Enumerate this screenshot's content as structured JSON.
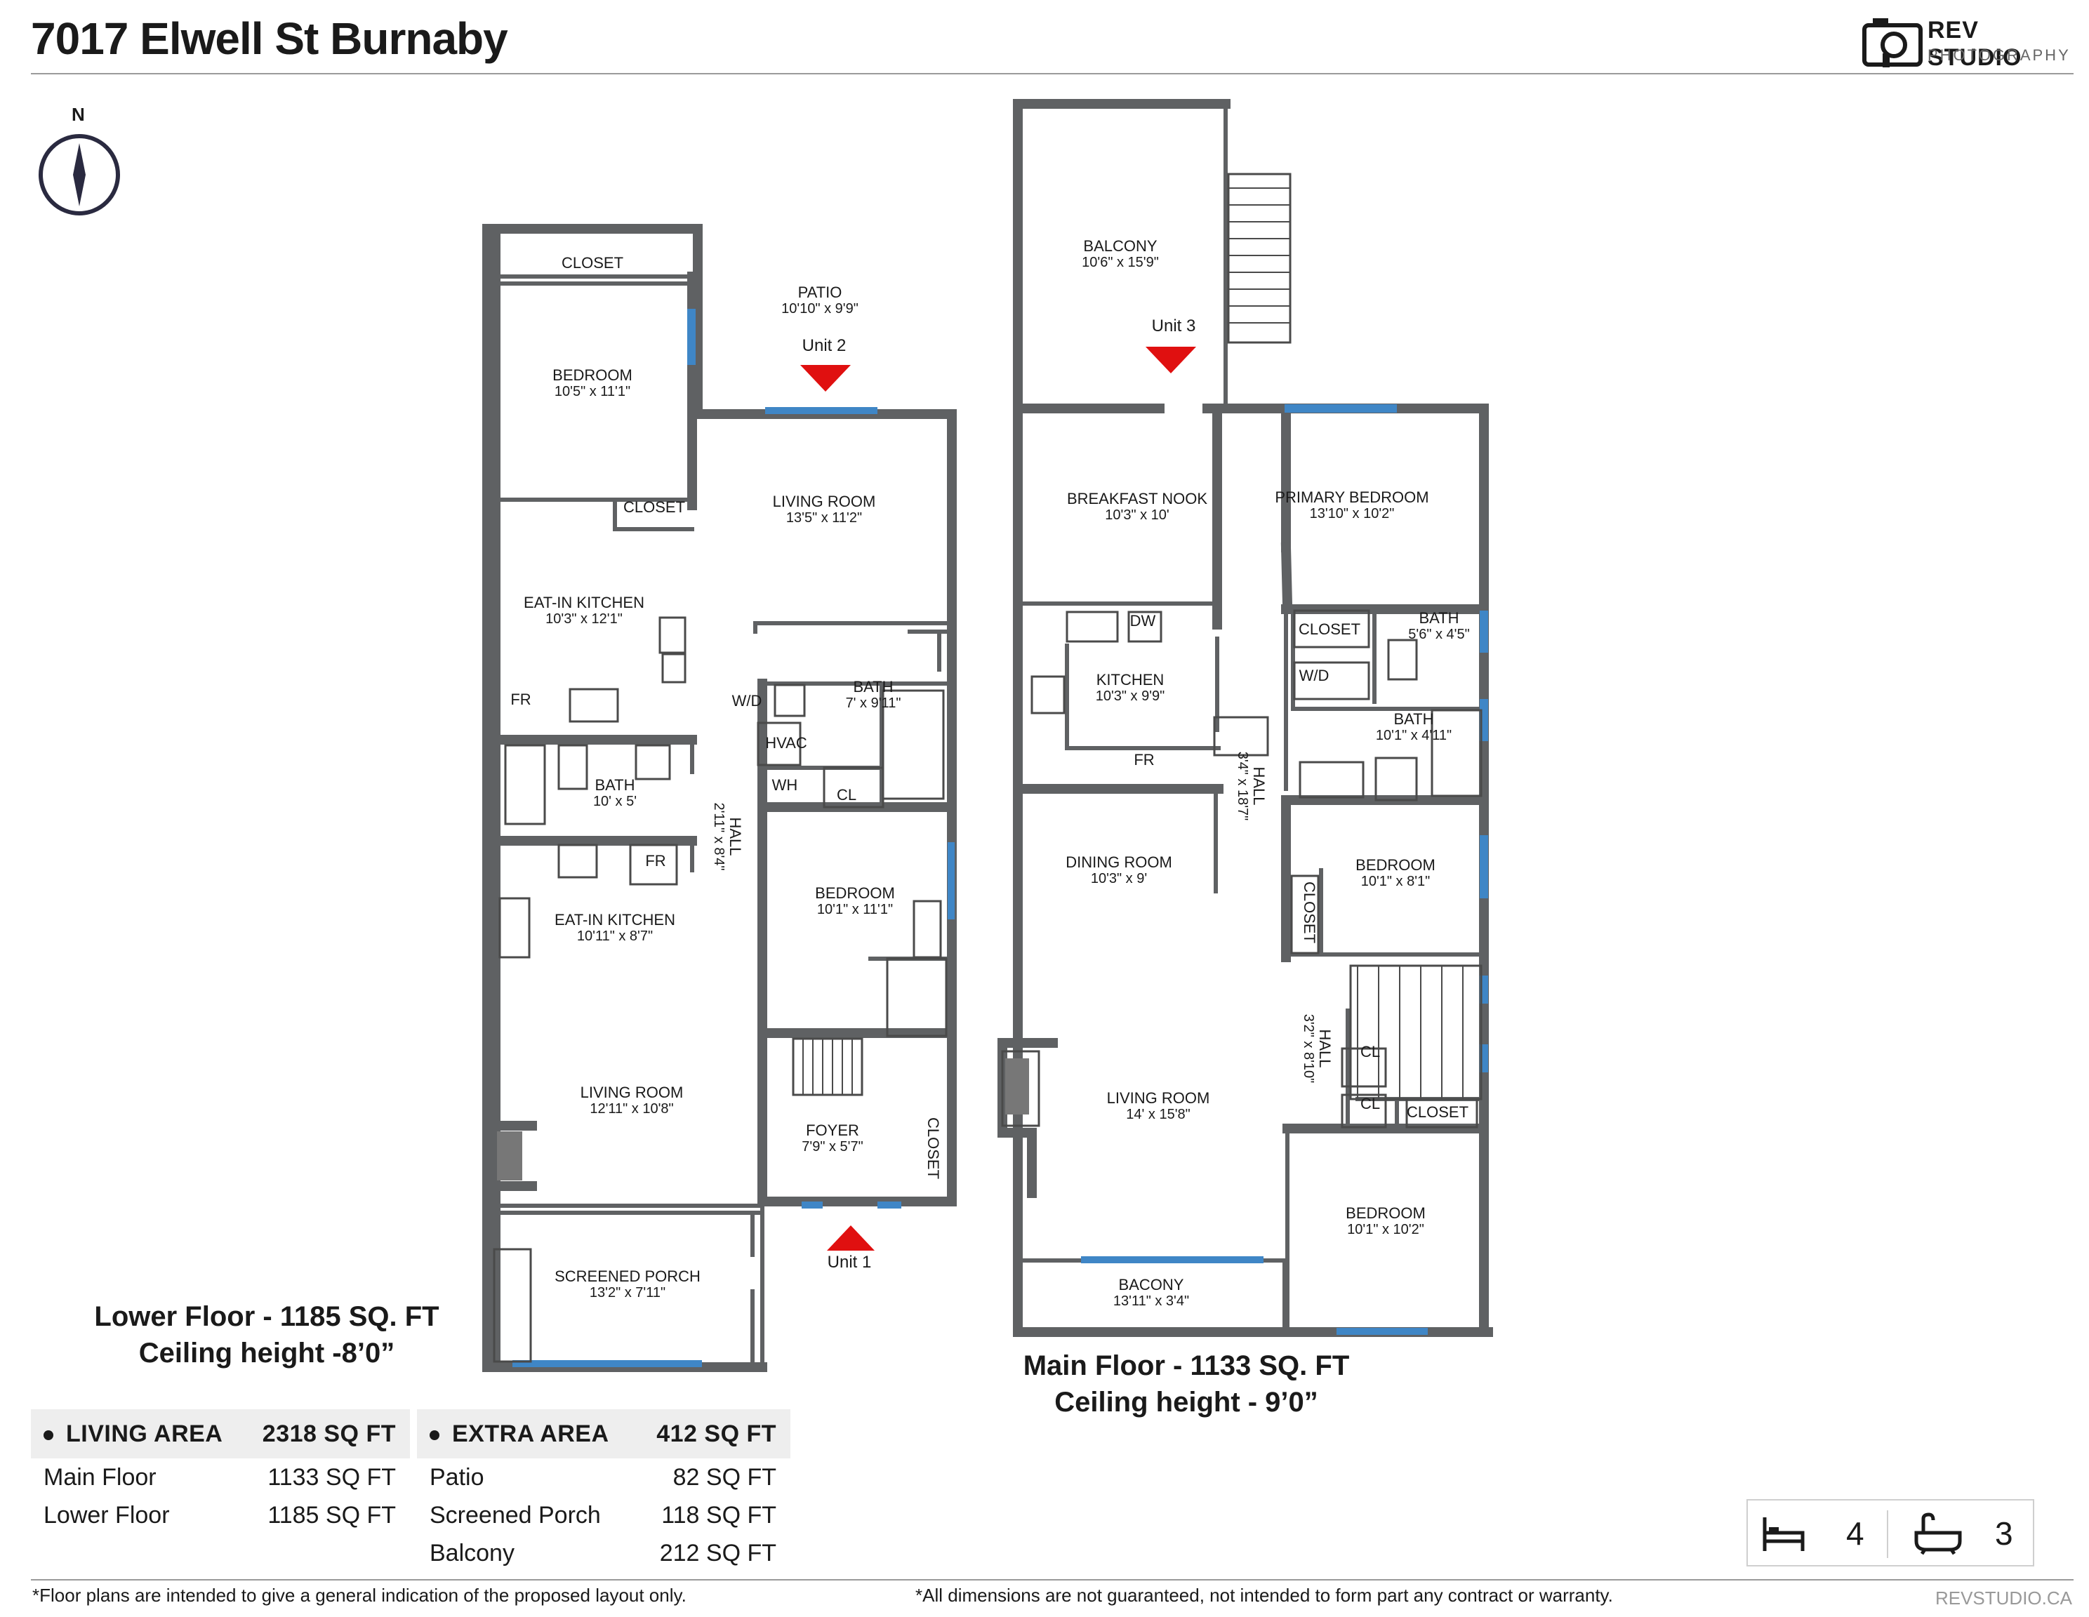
{
  "title": "7017 Elwell St Burnaby",
  "logo": {
    "name": "REV STUDIO",
    "sub": "PHOTOGRAPHY"
  },
  "compass": {
    "label": "N"
  },
  "lower_floor": {
    "caption_line1": "Lower Floor - 1185 SQ. FT",
    "caption_line2": "Ceiling height -8’0”",
    "rooms": [
      {
        "id": "closet-top",
        "name": "CLOSET",
        "dims": ""
      },
      {
        "id": "patio",
        "name": "PATIO",
        "dims": "10'10\" x 9'9\""
      },
      {
        "id": "unit2",
        "name": "Unit 2",
        "dims": ""
      },
      {
        "id": "bedroom-1",
        "name": "BEDROOM",
        "dims": "10'5\" x 11'1\""
      },
      {
        "id": "closet-2",
        "name": "CLOSET",
        "dims": ""
      },
      {
        "id": "living-1",
        "name": "LIVING ROOM",
        "dims": "13'5\" x 11'2\""
      },
      {
        "id": "kitchen-1",
        "name": "EAT-IN KITCHEN",
        "dims": "10'3\" x 12'1\""
      },
      {
        "id": "fr-1",
        "name": "FR",
        "dims": ""
      },
      {
        "id": "wd-1",
        "name": "W/D",
        "dims": ""
      },
      {
        "id": "bath-1",
        "name": "BATH",
        "dims": "7' x 9'11\""
      },
      {
        "id": "hvac",
        "name": "HVAC",
        "dims": ""
      },
      {
        "id": "wh",
        "name": "WH",
        "dims": ""
      },
      {
        "id": "cl-1",
        "name": "CL",
        "dims": ""
      },
      {
        "id": "bath-2",
        "name": "BATH",
        "dims": "10' x 5'"
      },
      {
        "id": "hall-1",
        "name": "HALL",
        "dims": "2'11\" x 8'4\""
      },
      {
        "id": "fr-2",
        "name": "FR",
        "dims": ""
      },
      {
        "id": "kitchen-2",
        "name": "EAT-IN KITCHEN",
        "dims": "10'11\" x 8'7\""
      },
      {
        "id": "bedroom-2",
        "name": "BEDROOM",
        "dims": "10'1\" x 11'1\""
      },
      {
        "id": "living-2",
        "name": "LIVING ROOM",
        "dims": "12'11\" x 10'8\""
      },
      {
        "id": "foyer",
        "name": "FOYER",
        "dims": "7'9\" x 5'7\""
      },
      {
        "id": "closet-3",
        "name": "CLOSET",
        "dims": ""
      },
      {
        "id": "porch",
        "name": "SCREENED PORCH",
        "dims": "13'2\" x 7'11\""
      },
      {
        "id": "unit1",
        "name": "Unit 1",
        "dims": ""
      }
    ]
  },
  "main_floor": {
    "caption_line1": "Main Floor - 1133 SQ. FT",
    "caption_line2": "Ceiling height - 9’0”",
    "rooms": [
      {
        "id": "balcony",
        "name": "BALCONY",
        "dims": "10'6\" x 15'9\""
      },
      {
        "id": "unit3",
        "name": "Unit 3",
        "dims": ""
      },
      {
        "id": "nook",
        "name": "BREAKFAST NOOK",
        "dims": "10'3\" x 10'"
      },
      {
        "id": "primary",
        "name": "PRIMARY BEDROOM",
        "dims": "13'10\" x 10'2\""
      },
      {
        "id": "dw",
        "name": "DW",
        "dims": ""
      },
      {
        "id": "closet-m1",
        "name": "CLOSET",
        "dims": ""
      },
      {
        "id": "bath-m1",
        "name": "BATH",
        "dims": "5'6\" x 4'5\""
      },
      {
        "id": "kitchen-m",
        "name": "KITCHEN",
        "dims": "10'3\" x 9'9\""
      },
      {
        "id": "wd-m",
        "name": "W/D",
        "dims": ""
      },
      {
        "id": "bath-m2",
        "name": "BATH",
        "dims": "10'1\" x 4'11\""
      },
      {
        "id": "fr-m",
        "name": "FR",
        "dims": ""
      },
      {
        "id": "hall-m1",
        "name": "HALL",
        "dims": "3'4\" x 18'7\""
      },
      {
        "id": "dining",
        "name": "DINING ROOM",
        "dims": "10'3\" x 9'"
      },
      {
        "id": "bedroom-m1",
        "name": "BEDROOM",
        "dims": "10'1\" x 8'1\""
      },
      {
        "id": "closet-m2",
        "name": "CLOSET",
        "dims": ""
      },
      {
        "id": "hall-m2",
        "name": "HALL",
        "dims": "3'2\" x 8'10\""
      },
      {
        "id": "cl-m1",
        "name": "CL",
        "dims": ""
      },
      {
        "id": "cl-m2",
        "name": "CL",
        "dims": ""
      },
      {
        "id": "closet-m3",
        "name": "CLOSET",
        "dims": ""
      },
      {
        "id": "living-m",
        "name": "LIVING ROOM",
        "dims": "14' x 15'8\""
      },
      {
        "id": "bedroom-m2",
        "name": "BEDROOM",
        "dims": "10'1\" x 10'2\""
      },
      {
        "id": "bacony",
        "name": "BACONY",
        "dims": "13'11\" x 3'4\""
      }
    ]
  },
  "living_area": {
    "label": "LIVING AREA",
    "total": "2318 SQ FT",
    "rows": [
      {
        "name": "Main Floor",
        "value": "1133 SQ FT"
      },
      {
        "name": "Lower Floor",
        "value": "1185 SQ FT"
      }
    ]
  },
  "extra_area": {
    "label": "EXTRA AREA",
    "total": "412 SQ FT",
    "rows": [
      {
        "name": "Patio",
        "value": "82 SQ FT"
      },
      {
        "name": "Screened Porch",
        "value": "118 SQ FT"
      },
      {
        "name": "Balcony",
        "value": "212 SQ FT"
      }
    ]
  },
  "counts": {
    "bedrooms": "4",
    "bathrooms": "3",
    "bed_icon": "bed-icon",
    "bath_icon": "bathtub-icon"
  },
  "footer": {
    "left": "*Floor plans are intended to give a general indication of the proposed layout only.",
    "center": "*All dimensions are not guaranteed, not intended to form part any contract or warranty.",
    "right": "REVSTUDIO.CA"
  },
  "colors": {
    "wall": "#5f6163",
    "window": "#3f86c6",
    "marker": "#e01010",
    "line": "#9a9a9a"
  }
}
